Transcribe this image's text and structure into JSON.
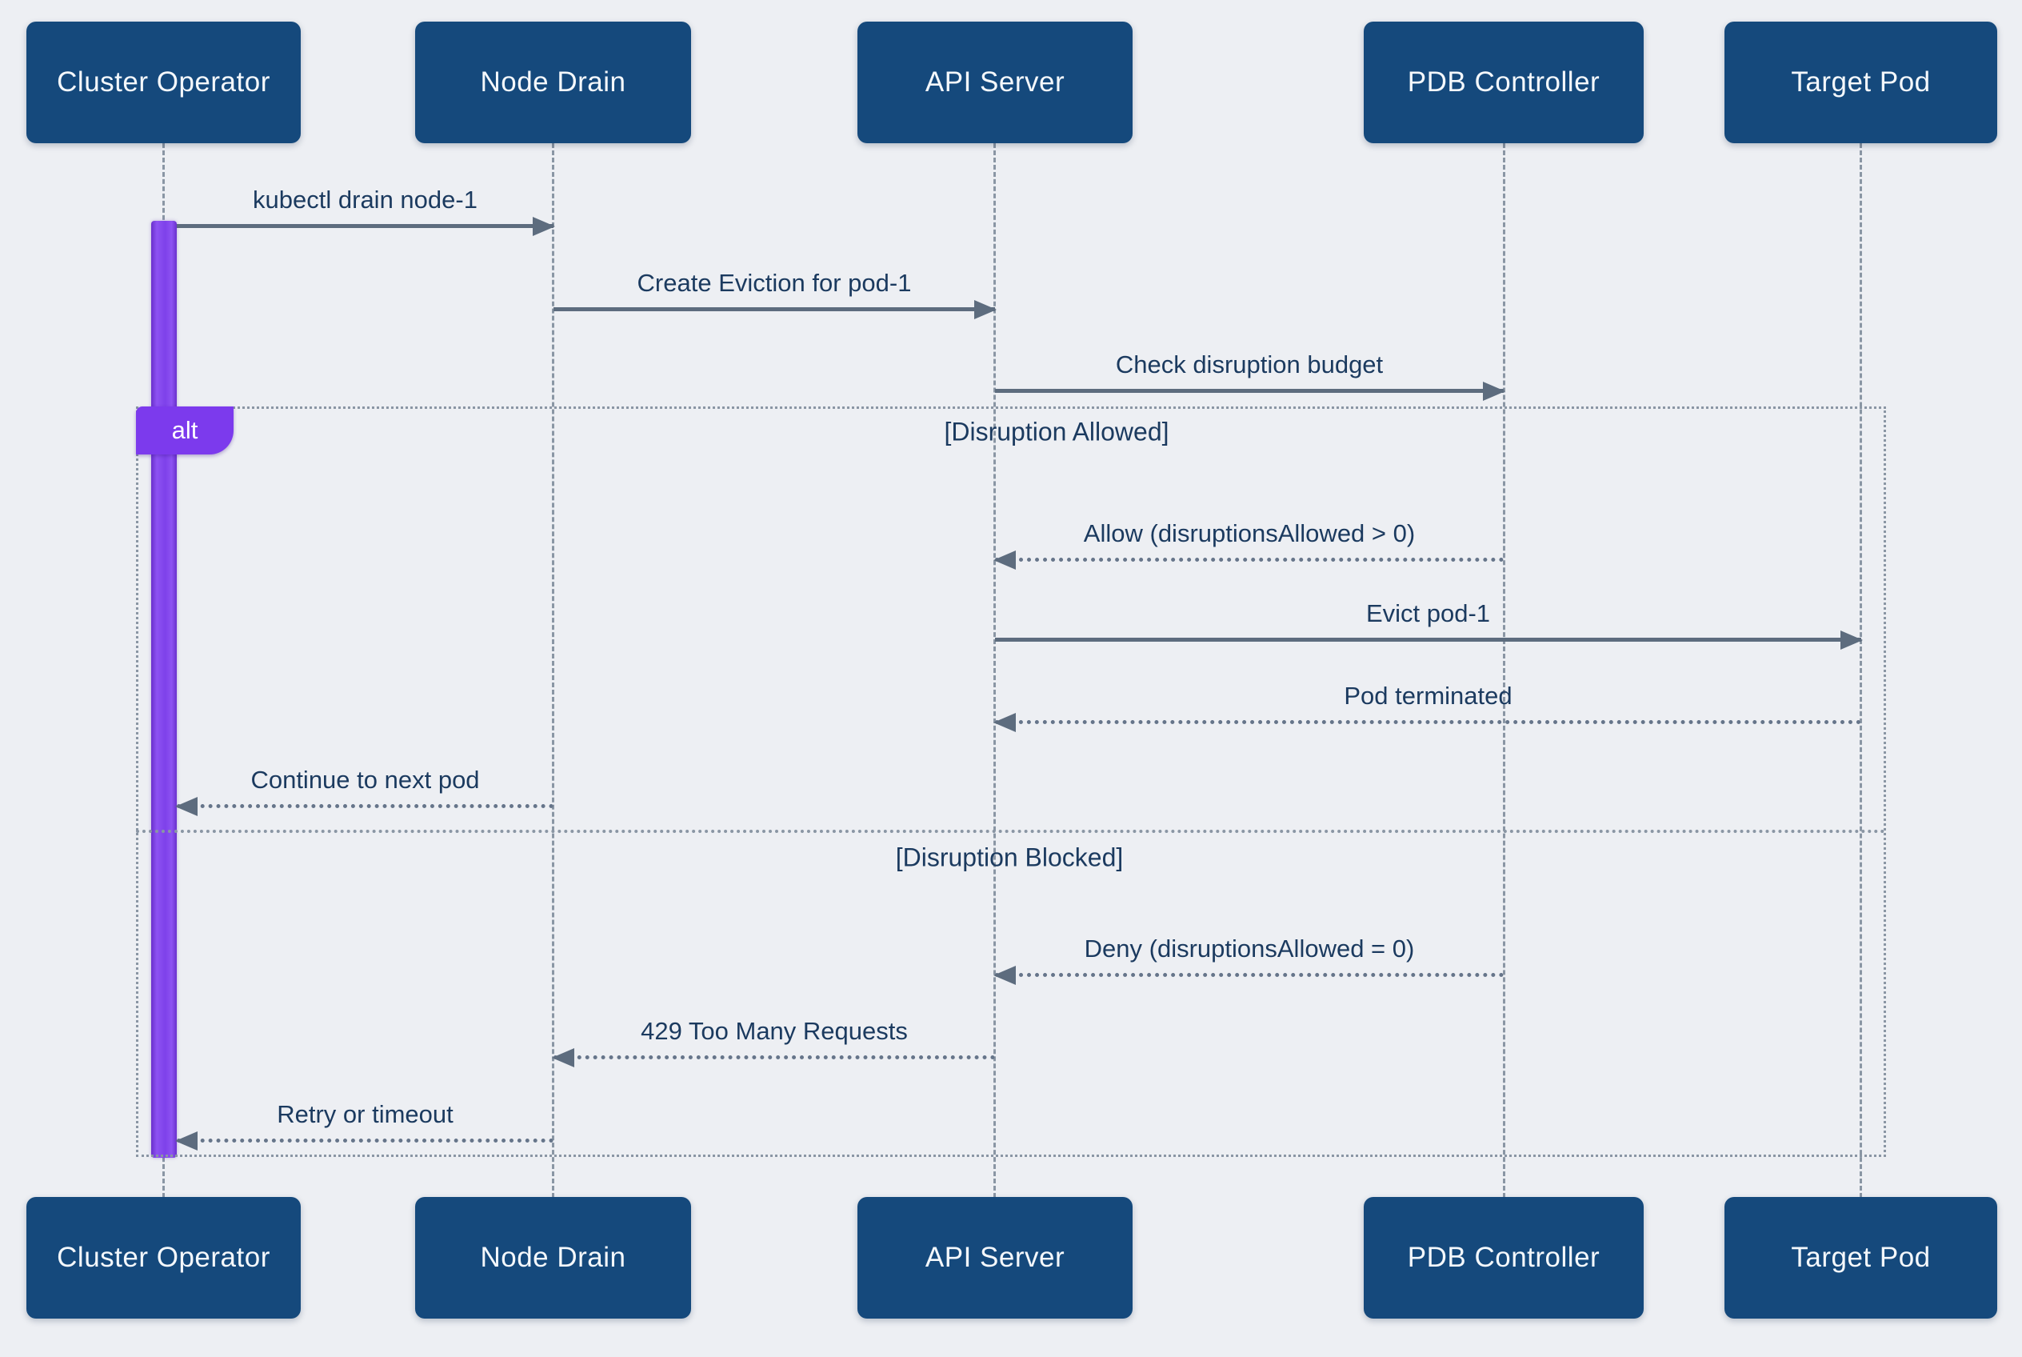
{
  "title": "Pod eviction sequence diagram",
  "colors": {
    "background": "#edeff3",
    "actor_box": "#15497c",
    "actor_text": "#f4f8fc",
    "message_text": "#1b3a5f",
    "arrow": "#5d6c7e",
    "lifeline": "#8a96a4",
    "frame_border": "#8a96a4",
    "alt_tab": "#7c3aed",
    "activation_bar": "#7e41ea"
  },
  "actors": [
    {
      "id": "cluster-operator",
      "label": "Cluster Operator"
    },
    {
      "id": "node-drain",
      "label": "Node Drain"
    },
    {
      "id": "api-server",
      "label": "API Server"
    },
    {
      "id": "pdb-controller",
      "label": "PDB Controller"
    },
    {
      "id": "target-pod",
      "label": "Target Pod"
    }
  ],
  "frame": {
    "operator": "alt",
    "sections": [
      {
        "guard": "[Disruption Allowed]"
      },
      {
        "guard": "[Disruption Blocked]"
      }
    ]
  },
  "messages": [
    {
      "text": "kubectl drain node-1",
      "from": "Cluster Operator",
      "to": "Node Drain",
      "style": "solid"
    },
    {
      "text": "Create Eviction for pod-1",
      "from": "Node Drain",
      "to": "API Server",
      "style": "solid"
    },
    {
      "text": "Check disruption budget",
      "from": "API Server",
      "to": "PDB Controller",
      "style": "solid"
    },
    {
      "text": "Allow (disruptionsAllowed > 0)",
      "from": "PDB Controller",
      "to": "API Server",
      "style": "dotted"
    },
    {
      "text": "Evict pod-1",
      "from": "API Server",
      "to": "Target Pod",
      "style": "solid"
    },
    {
      "text": "Pod terminated",
      "from": "Target Pod",
      "to": "API Server",
      "style": "dotted"
    },
    {
      "text": "Continue to next pod",
      "from": "Node Drain",
      "to": "Cluster Operator",
      "style": "dotted"
    },
    {
      "text": "Deny (disruptionsAllowed = 0)",
      "from": "PDB Controller",
      "to": "API Server",
      "style": "dotted"
    },
    {
      "text": "429 Too Many Requests",
      "from": "API Server",
      "to": "Node Drain",
      "style": "dotted"
    },
    {
      "text": "Retry or timeout",
      "from": "Node Drain",
      "to": "Cluster Operator",
      "style": "dotted"
    }
  ]
}
